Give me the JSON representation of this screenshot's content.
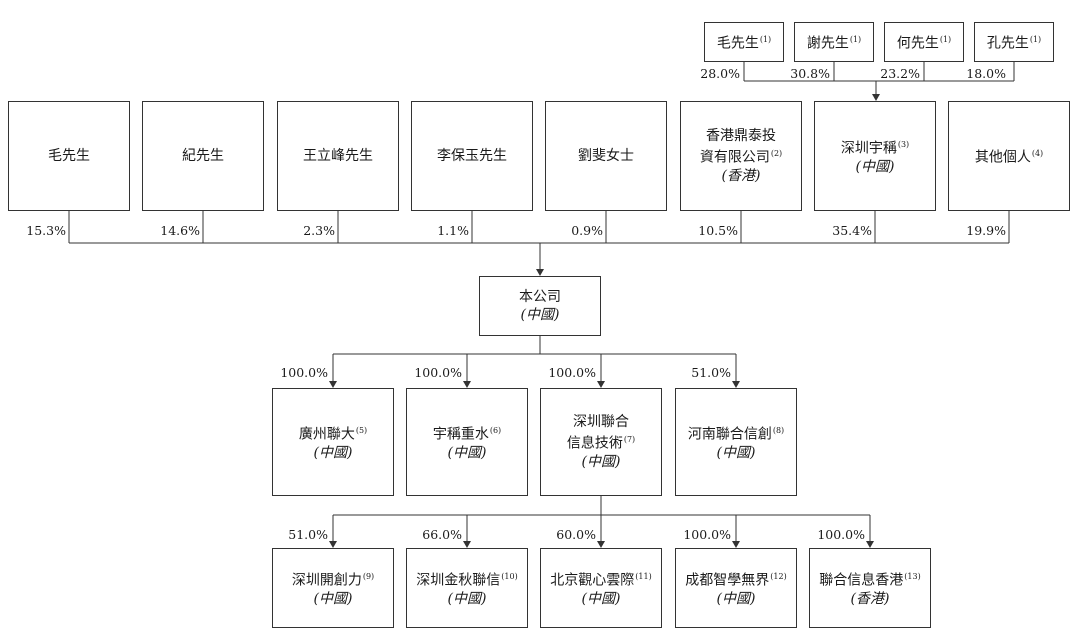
{
  "founders": [
    {
      "name": "毛先生",
      "note": "(1)",
      "pct": "28.0%"
    },
    {
      "name": "謝先生",
      "note": "(1)",
      "pct": "30.8%"
    },
    {
      "name": "何先生",
      "note": "(1)",
      "pct": "23.2%"
    },
    {
      "name": "孔先生",
      "note": "(1)",
      "pct": "18.0%"
    }
  ],
  "shareholders": [
    {
      "lines": [
        "毛先生"
      ],
      "note": "",
      "location": "",
      "pct": "15.3%"
    },
    {
      "lines": [
        "紀先生"
      ],
      "note": "",
      "location": "",
      "pct": "14.6%"
    },
    {
      "lines": [
        "王立峰先生"
      ],
      "note": "",
      "location": "",
      "pct": "2.3%"
    },
    {
      "lines": [
        "李保玉先生"
      ],
      "note": "",
      "location": "",
      "pct": "1.1%"
    },
    {
      "lines": [
        "劉斐女士"
      ],
      "note": "",
      "location": "",
      "pct": "0.9%"
    },
    {
      "lines": [
        "香港鼎泰投",
        "資有限公司"
      ],
      "note": "(2)",
      "location": "(香港)",
      "pct": "10.5%"
    },
    {
      "lines": [
        "深圳宇稱"
      ],
      "note": "(3)",
      "location": "(中國)",
      "pct": "35.4%"
    },
    {
      "lines": [
        "其他個人"
      ],
      "note": "(4)",
      "location": "",
      "pct": "19.9%"
    }
  ],
  "company": {
    "name": "本公司",
    "location": "(中國)"
  },
  "subsidiaries": [
    {
      "lines": [
        "廣州聯大"
      ],
      "note": "(5)",
      "location": "(中國)",
      "pct": "100.0%"
    },
    {
      "lines": [
        "宇稱重水"
      ],
      "note": "(6)",
      "location": "(中國)",
      "pct": "100.0%"
    },
    {
      "lines": [
        "深圳聯合",
        "信息技術"
      ],
      "note": "(7)",
      "location": "(中國)",
      "pct": "100.0%"
    },
    {
      "lines": [
        "河南聯合信創"
      ],
      "note": "(8)",
      "location": "(中國)",
      "pct": "51.0%"
    }
  ],
  "second_tier": [
    {
      "lines": [
        "深圳開創力"
      ],
      "note": "(9)",
      "location": "(中國)",
      "pct": "51.0%"
    },
    {
      "lines": [
        "深圳金秋聯信"
      ],
      "note": "(10)",
      "location": "(中國)",
      "pct": "66.0%"
    },
    {
      "lines": [
        "北京觀心雲際"
      ],
      "note": "(11)",
      "location": "(中國)",
      "pct": "60.0%"
    },
    {
      "lines": [
        "成都智學無界"
      ],
      "note": "(12)",
      "location": "(中國)",
      "pct": "100.0%"
    },
    {
      "lines": [
        "聯合信息香港"
      ],
      "note": "(13)",
      "location": "(香港)",
      "pct": "100.0%"
    }
  ]
}
